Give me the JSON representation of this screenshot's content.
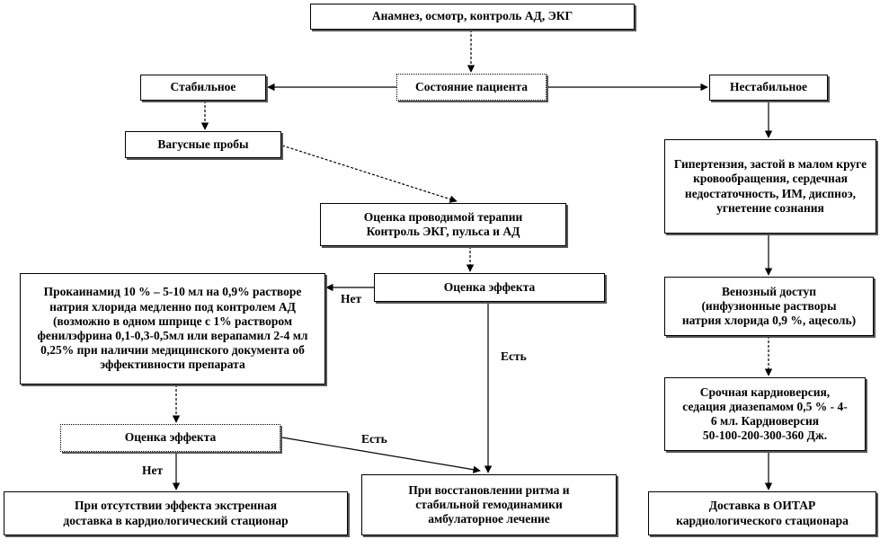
{
  "nodes": {
    "anamnesis": "Анамнез, осмотр, контроль АД, ЭКГ",
    "state": "Состояние пациента",
    "stable": "Стабильное",
    "unstable": "Нестабильное",
    "vagal": "Вагусные пробы",
    "assess_therapy": "Оценка проводимой терапии\nКонтроль ЭКГ, пульса и АД",
    "effect1": "Оценка эффекта",
    "procainamide": "Прокаинамид  10 % – 5-10 мл на 0,9% растворе натрия хлорида медленно под контролем АД (возможно в одном шприце с 1% раствором фенилэфрина 0,1-0,3-0,5мл или верапамил 2-4 мл 0,25% при наличии медицинского документа об эффективности препарата",
    "effect2": "Оценка эффекта",
    "no_effect": "При отсутствии эффекта  экстренная\nдоставка в кардиологический стационар",
    "restored": "При восстановлении ритма и\nстабильной гемодинамики\nамбулаторное лечение",
    "hypertension": "Гипертензия, застой в малом круге кровообращения, сердечная недостаточность, ИМ, диспноэ, угнетение сознания",
    "venous": "Венозный доступ\n(инфузионные растворы\nнатрия хлорида 0,9 %, ацесоль)",
    "cardioversion": "Срочная кардиоверсия,\nседация диазепамом 0,5 % - 4-\n6 мл.  Кардиоверсия\n50-100-200-300-360 Дж.",
    "delivery": "Доставка в ОИТАР\nкардиологического  стационара"
  },
  "labels": {
    "no1": "Нет",
    "yes1": "Есть",
    "no2": "Нет",
    "yes2": "Есть"
  }
}
